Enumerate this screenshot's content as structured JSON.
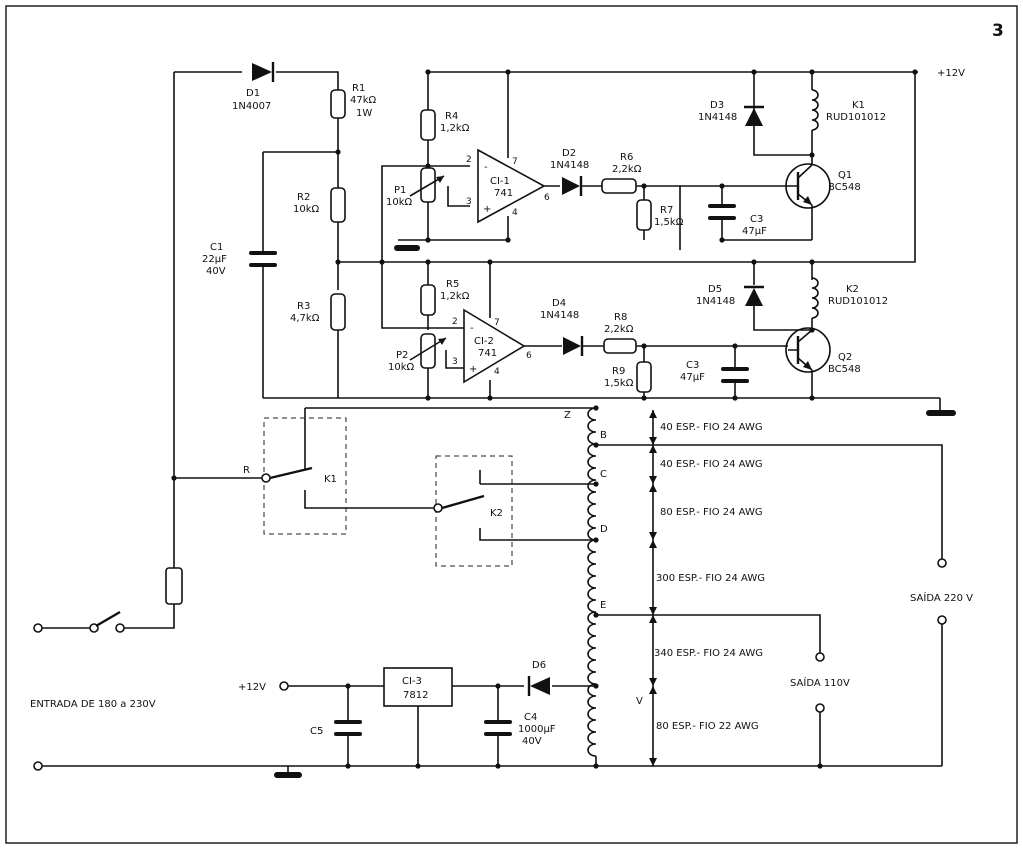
{
  "figure_number": "3",
  "supply_positive": "+12V",
  "input_label": "ENTRADA DE 180 a 230V",
  "output_220": "SAÍDA 220 V",
  "output_110": "SAÍDA 110V",
  "regulator_input": "+12V",
  "components": {
    "d1": {
      "ref": "D1",
      "value": "1N4007"
    },
    "r1": {
      "ref": "R1",
      "value": "47kΩ",
      "extra": "1W"
    },
    "r2": {
      "ref": "R2",
      "value": "10kΩ"
    },
    "r3": {
      "ref": "R3",
      "value": "4,7kΩ"
    },
    "c1": {
      "ref": "C1",
      "value": "22µF",
      "extra": "40V"
    },
    "r4": {
      "ref": "R4",
      "value": "1,2kΩ"
    },
    "p1": {
      "ref": "P1",
      "value": "10kΩ"
    },
    "ci1": {
      "ref": "CI-1",
      "value": "741"
    },
    "d2": {
      "ref": "D2",
      "value": "1N4148"
    },
    "r6": {
      "ref": "R6",
      "value": "2,2kΩ"
    },
    "r7": {
      "ref": "R7",
      "value": "1,5kΩ"
    },
    "c3a": {
      "ref": "C3",
      "value": "47µF"
    },
    "d3": {
      "ref": "D3",
      "value": "1N4148"
    },
    "k1": {
      "ref": "K1",
      "value": "RUD101012"
    },
    "q1": {
      "ref": "Q1",
      "value": "BC548"
    },
    "r5": {
      "ref": "R5",
      "value": "1,2kΩ"
    },
    "p2": {
      "ref": "P2",
      "value": "10kΩ"
    },
    "ci2": {
      "ref": "CI-2",
      "value": "741"
    },
    "d4": {
      "ref": "D4",
      "value": "1N4148"
    },
    "r8": {
      "ref": "R8",
      "value": "2,2kΩ"
    },
    "r9": {
      "ref": "R9",
      "value": "1,5kΩ"
    },
    "c3b": {
      "ref": "C3",
      "value": "47µF"
    },
    "d5": {
      "ref": "D5",
      "value": "1N4148"
    },
    "k2": {
      "ref": "K2",
      "value": "RUD101012"
    },
    "q2": {
      "ref": "Q2",
      "value": "BC548"
    },
    "ci3": {
      "ref": "CI-3",
      "value": "7812"
    },
    "c5": {
      "ref": "C5"
    },
    "c4": {
      "ref": "C4",
      "value": "1000µF",
      "extra": "40V"
    },
    "d6": {
      "ref": "D6"
    }
  },
  "pins": {
    "ci1": {
      "inv": "2",
      "noninv": "3",
      "out": "6",
      "vcc": "7",
      "gnd": "4",
      "minus": "-",
      "plus": "+"
    },
    "ci2": {
      "inv": "2",
      "noninv": "3",
      "out": "6",
      "vcc": "7",
      "gnd": "4",
      "minus": "-",
      "plus": "+"
    }
  },
  "relay_contacts": {
    "k1": "K1",
    "k2": "K2",
    "common": "R"
  },
  "taps": [
    "Z",
    "B",
    "C",
    "D",
    "E",
    "V"
  ],
  "windings": [
    "40 ESP.- FIO 24 AWG",
    "40 ESP.- FIO 24 AWG",
    "80 ESP.- FIO 24 AWG",
    "300 ESP.- FIO 24 AWG",
    "340 ESP.- FIO 24 AWG",
    "80 ESP.- FIO 22 AWG"
  ]
}
